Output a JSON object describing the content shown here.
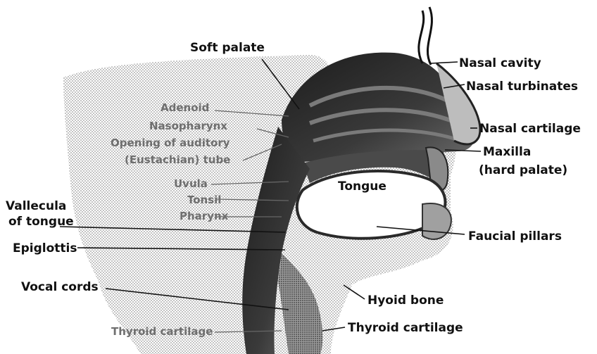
{
  "labels": {
    "soft_palate": "Soft palate",
    "nasal_cavity": "Nasal cavity",
    "nasal_turbinates": "Nasal turbinates",
    "nasal_cartilage": "Nasal cartilage",
    "maxilla": "Maxilla",
    "hard_palate": "(hard palate)",
    "tongue": "Tongue",
    "faucial_pillars": "Faucial pillars",
    "hyoid_bone": "Hyoid bone",
    "thyroid_cartilage_front": "Thyroid cartilage",
    "vallecula_line1": "Vallecula",
    "vallecula_line2": "of tongue",
    "epiglottis": "Epiglottis",
    "vocal_cords": "Vocal cords",
    "adenoid": "Adenoid",
    "nasopharynx": "Nasopharynx",
    "auditory_line1": "Opening of auditory",
    "auditory_line2": "(Eustachian) tube",
    "uvula": "Uvula",
    "tonsil": "Tonsil",
    "pharynx": "Pharynx",
    "thyroid_cartilage_back": "Thyroid cartilage"
  },
  "colors": {
    "ink": "#111111",
    "faint_label": "#6f6f6f",
    "skin_stipple": "#c8c8c8",
    "dark_tissue": "#2a2a2a",
    "mid_tissue": "#5a5a5a"
  }
}
